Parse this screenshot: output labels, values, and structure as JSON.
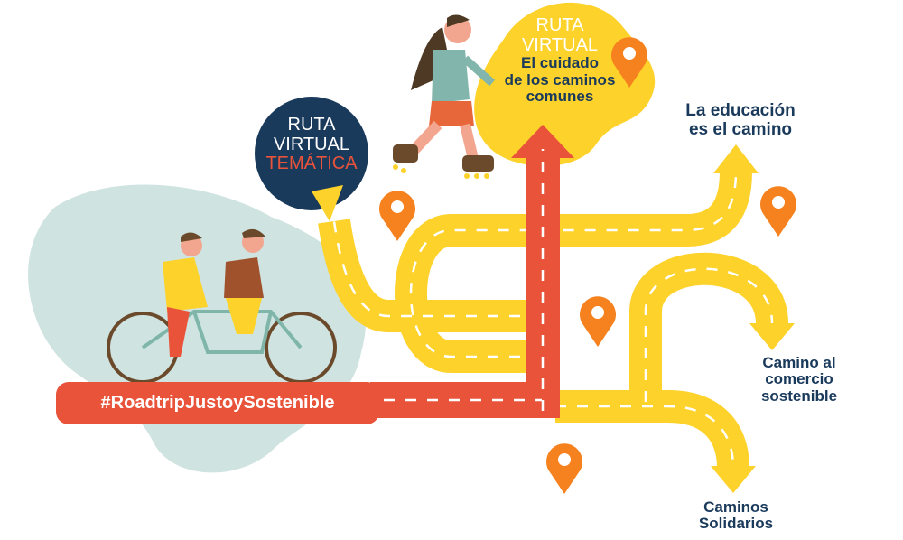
{
  "hashtag": "#RoadtripJustoySostenible",
  "circle": {
    "line1": "RUTA",
    "line2": "VIRTUAL",
    "line3": "TEMÁTICA"
  },
  "blob": {
    "line1": "RUTA",
    "line2": "VIRTUAL",
    "sub1": "El cuidado",
    "sub2": "de los caminos",
    "sub3": "comunes"
  },
  "destinations": {
    "educacion": [
      "La educación",
      "es el camino"
    ],
    "comercio": [
      "Camino al",
      "comercio",
      "sostenible"
    ],
    "solidarios": [
      "Caminos",
      "Solidarios"
    ]
  },
  "colors": {
    "yellow": "#fdd22b",
    "red": "#e8533a",
    "navy": "#1a3a5c",
    "orange": "#f5821f",
    "teal": "#cfe3e1"
  }
}
